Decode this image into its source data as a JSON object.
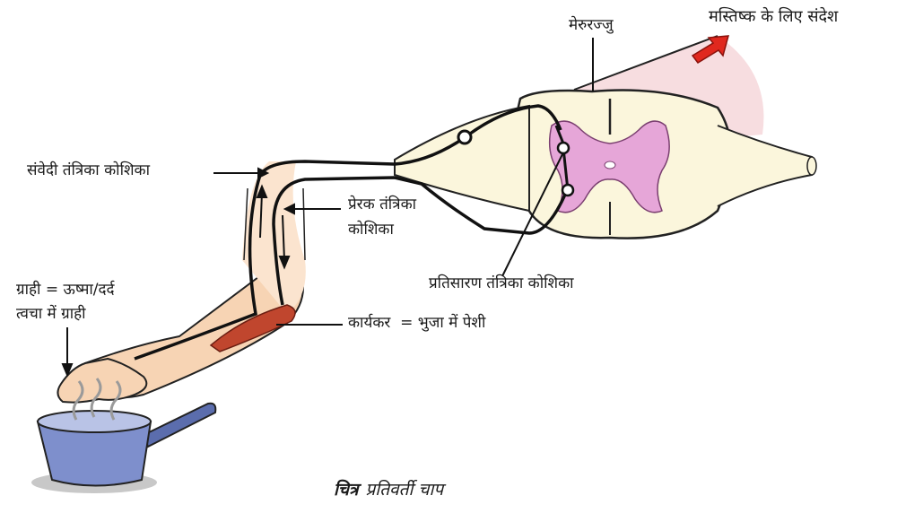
{
  "labels": {
    "spinal_cord": "मेरुरज्जु",
    "message_to_brain": "मस्तिष्क के लिए संदेश",
    "sensory_neuron": "संवेदी तंत्रिका कोशिका",
    "motor_neuron_line1": "प्रेरक तंत्रिका",
    "motor_neuron_line2": "कोशिका",
    "receptor_line1": "ग्राही = ऊष्मा/दर्द",
    "receptor_line2": "त्वचा में ग्राही",
    "relay_neuron": "प्रतिसारण तंत्रिका कोशिका",
    "effector": "कार्यकर  = भुजा में पेशी"
  },
  "caption": {
    "prefix": "चित्र",
    "title": "प्रतिवर्ती चाप"
  },
  "colors": {
    "cord_fill": "#fbf6dc",
    "grey_matter": "#e6a6d8",
    "arm_skin": "#f7d4b4",
    "muscle": "#c0462e",
    "pan": "#7e8fcc",
    "arrow_red": "#e0281e",
    "brain_tract": "#f7dde0"
  }
}
